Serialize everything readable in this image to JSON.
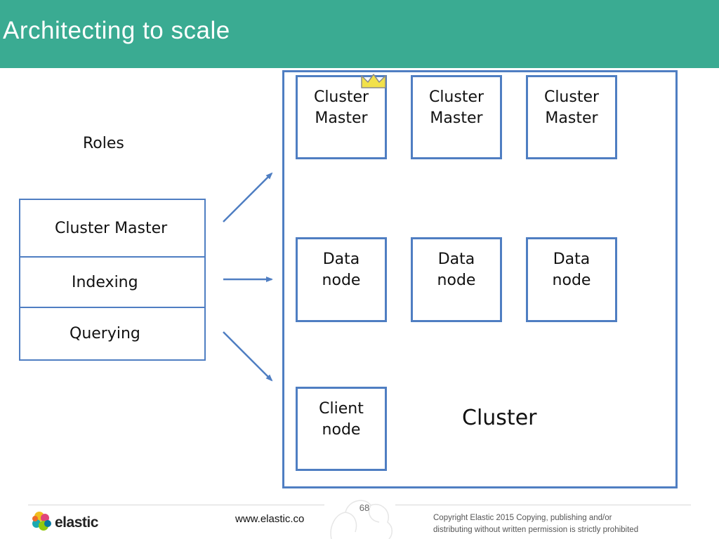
{
  "slide": {
    "title": "Architecting to scale",
    "roles_label": "Roles",
    "roles": [
      {
        "label": "Cluster Master"
      },
      {
        "label": "Indexing"
      },
      {
        "label": "Querying"
      }
    ],
    "cluster": {
      "label": "Cluster",
      "master_nodes": [
        {
          "line1": "Cluster",
          "line2": "Master",
          "elected": true
        },
        {
          "line1": "Cluster",
          "line2": "Master",
          "elected": false
        },
        {
          "line1": "Cluster",
          "line2": "Master",
          "elected": false
        }
      ],
      "data_nodes": [
        {
          "line1": "Data",
          "line2": "node"
        },
        {
          "line1": "Data",
          "line2": "node"
        },
        {
          "line1": "Data",
          "line2": "node"
        }
      ],
      "client_nodes": [
        {
          "line1": "Client",
          "line2": "node"
        }
      ]
    }
  },
  "footer": {
    "brand": "elastic",
    "url": "www.elastic.co",
    "page_number": "68",
    "copyright_line1": "Copyright Elastic 2015 Copying, publishing and/or",
    "copyright_line2": "distributing without written permission is strictly prohibited"
  },
  "icons": {
    "crown": "crown-icon",
    "logo": "elastic-logo-icon"
  },
  "colors": {
    "header_bg": "#3aab92",
    "box_border": "#4f7ec2",
    "arrow": "#4f7ec2",
    "crown_fill": "#f2e14a",
    "crown_stroke": "#8a8a8a"
  }
}
